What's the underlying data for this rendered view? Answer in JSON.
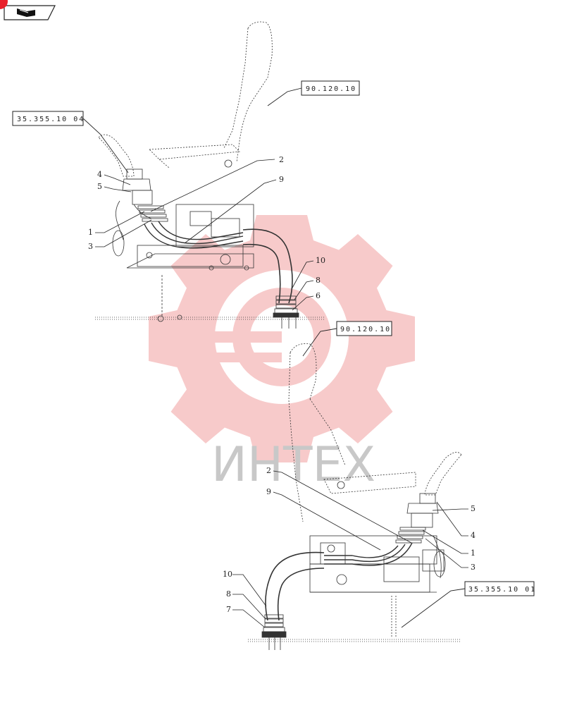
{
  "toolbar": {
    "nav_icon": "book-arrow-icon",
    "nav_label": ""
  },
  "accent_color": "#e8202a",
  "watermark": {
    "text": "ИНТЕХ",
    "color": "#f2a0a0"
  },
  "reference_boxes": {
    "top_seat": "90.120.10",
    "top_joystick": "35.355.10 04",
    "bottom_seat": "90.120.10",
    "bottom_joystick": "35.355.10 01"
  },
  "top_callouts": [
    "2",
    "9",
    "4",
    "5",
    "1",
    "3",
    "10",
    "8",
    "6"
  ],
  "bottom_callouts": [
    "2",
    "9",
    "5",
    "4",
    "1",
    "3",
    "10",
    "8",
    "7"
  ]
}
